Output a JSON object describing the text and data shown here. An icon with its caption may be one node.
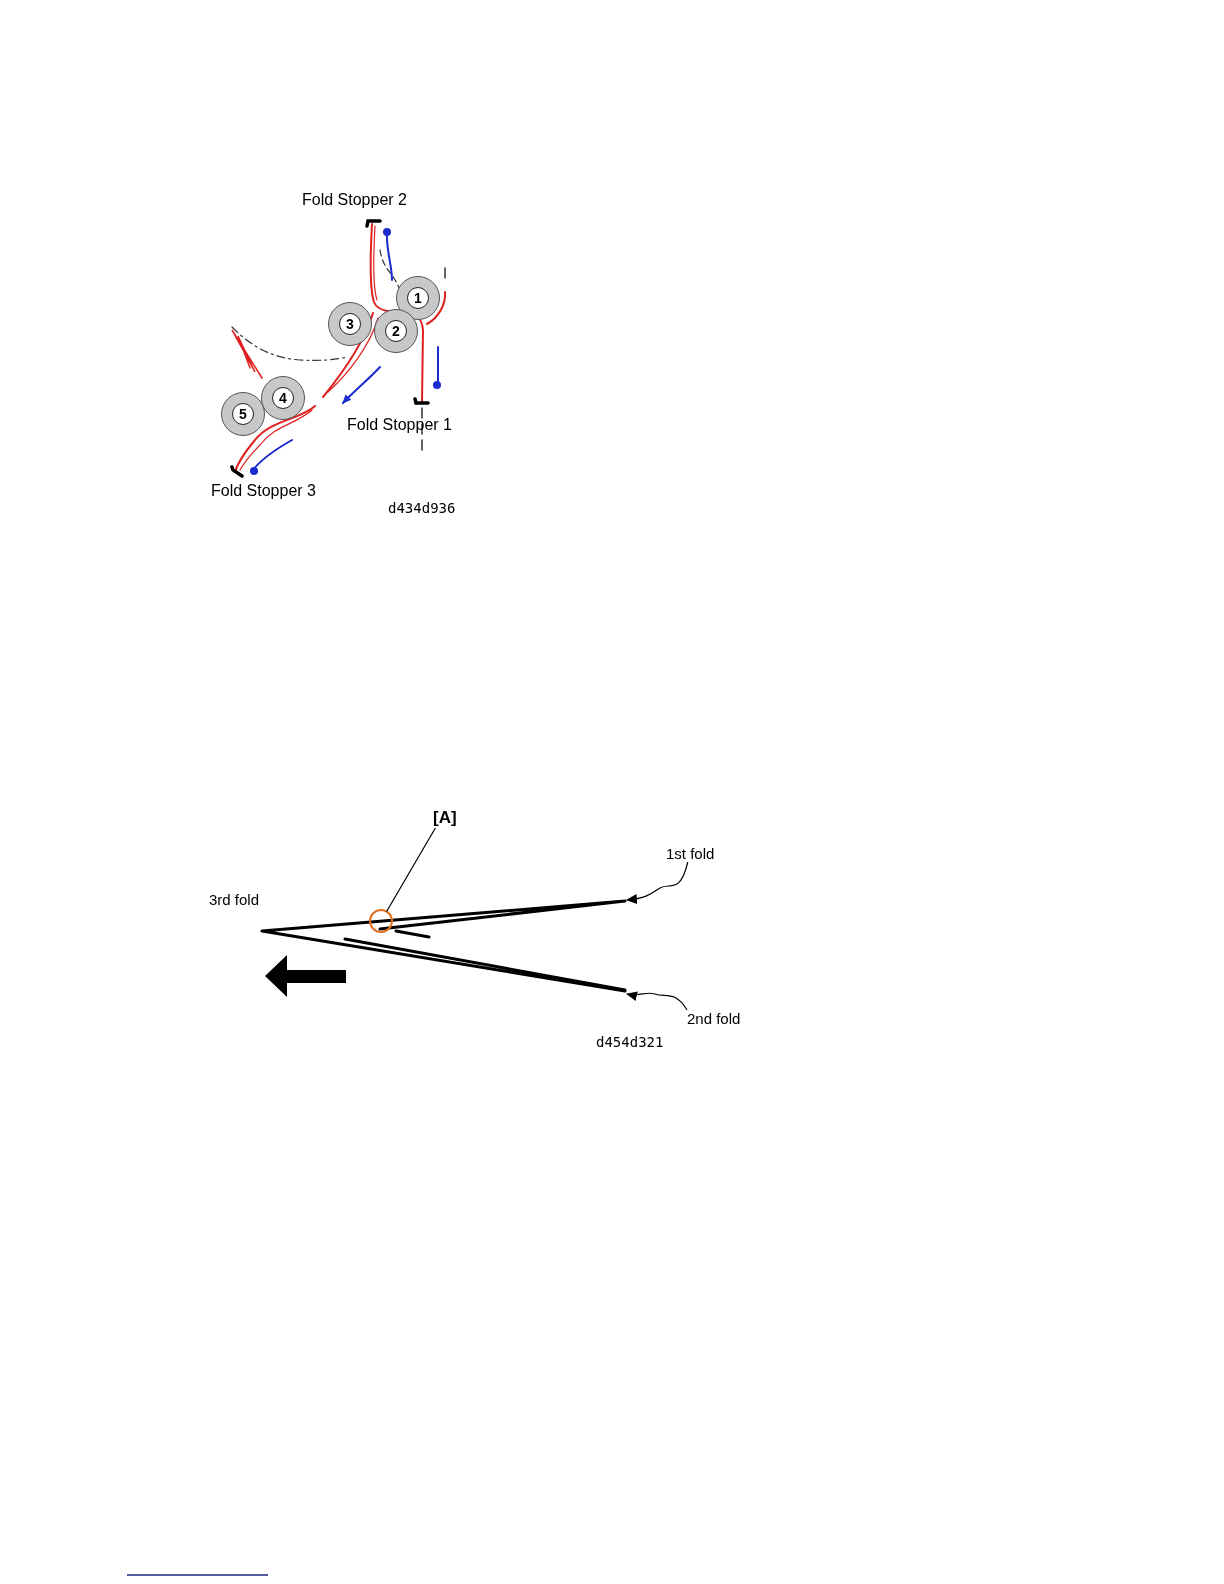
{
  "diagram": {
    "nodes": [
      {
        "text": [
          "1"
        ]
      },
      {
        "text": [
          "2"
        ]
      },
      {
        "text": [
          "3"
        ]
      },
      {
        "text": [
          "4"
        ]
      },
      {
        "text": [
          "5"
        ]
      },
      {
        "text": [
          "[A]"
        ]
      },
      {
        "text": [],
        "shape": "circle",
        "in": 9
      },
      {
        "text": [
          "1st fold"
        ]
      },
      {
        "text": [
          "2nd fold"
        ]
      },
      {
        "text": [],
        "shape": "picture"
      }
    ],
    "edges": [
      {
        "from": 5,
        "to": 6,
        "arrow": "none"
      },
      {
        "from": 7,
        "to": 9,
        "arrow": "to"
      },
      {
        "from": 8,
        "to": 9,
        "arrow": "to"
      }
    ],
    "labels": [
      "Fold Stopper 2",
      "Fold Stopper 1",
      "Fold Stopper 3",
      "d434d936",
      "3rd fold",
      "d454d321"
    ]
  }
}
